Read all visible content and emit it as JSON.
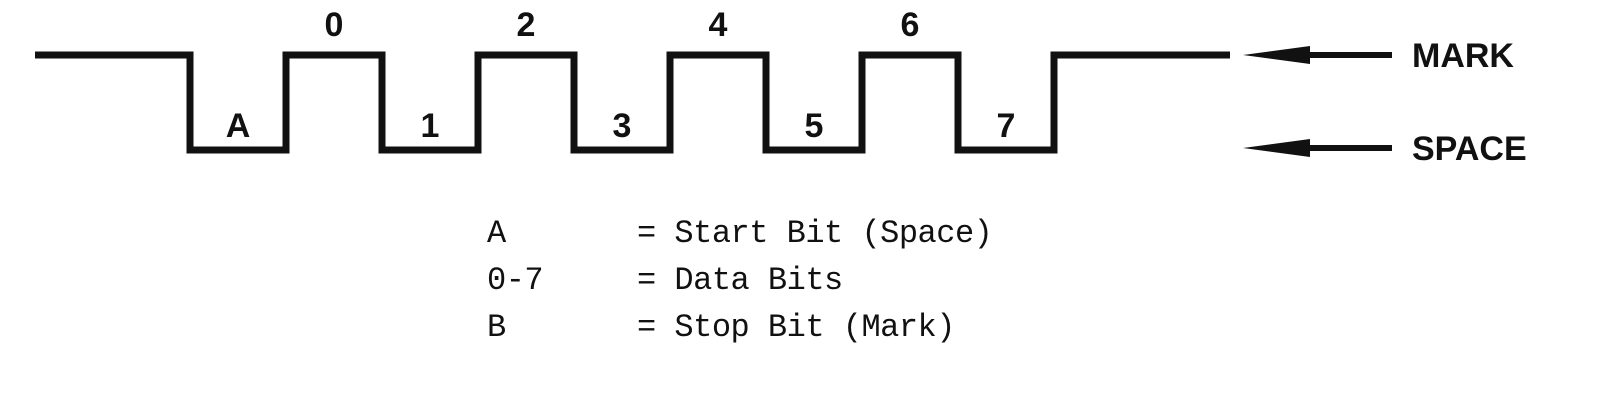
{
  "diagram": {
    "background": "#ffffff",
    "line_color": "#111111",
    "signal": {
      "segments": [
        {
          "label": "",
          "level": "mark"
        },
        {
          "label": "A",
          "level": "space"
        },
        {
          "label": "0",
          "level": "mark"
        },
        {
          "label": "1",
          "level": "space"
        },
        {
          "label": "2",
          "level": "mark"
        },
        {
          "label": "3",
          "level": "space"
        },
        {
          "label": "4",
          "level": "mark"
        },
        {
          "label": "5",
          "level": "space"
        },
        {
          "label": "6",
          "level": "mark"
        },
        {
          "label": "7",
          "level": "space"
        },
        {
          "label": "",
          "level": "mark"
        }
      ]
    },
    "levels": {
      "mark": {
        "label": "MARK"
      },
      "space": {
        "label": "SPACE"
      }
    },
    "legend": [
      {
        "symbol": "A",
        "definition": "= Start Bit (Space)"
      },
      {
        "symbol": "0-7",
        "definition": "= Data Bits"
      },
      {
        "symbol": "B",
        "definition": "= Stop Bit (Mark)"
      }
    ]
  }
}
